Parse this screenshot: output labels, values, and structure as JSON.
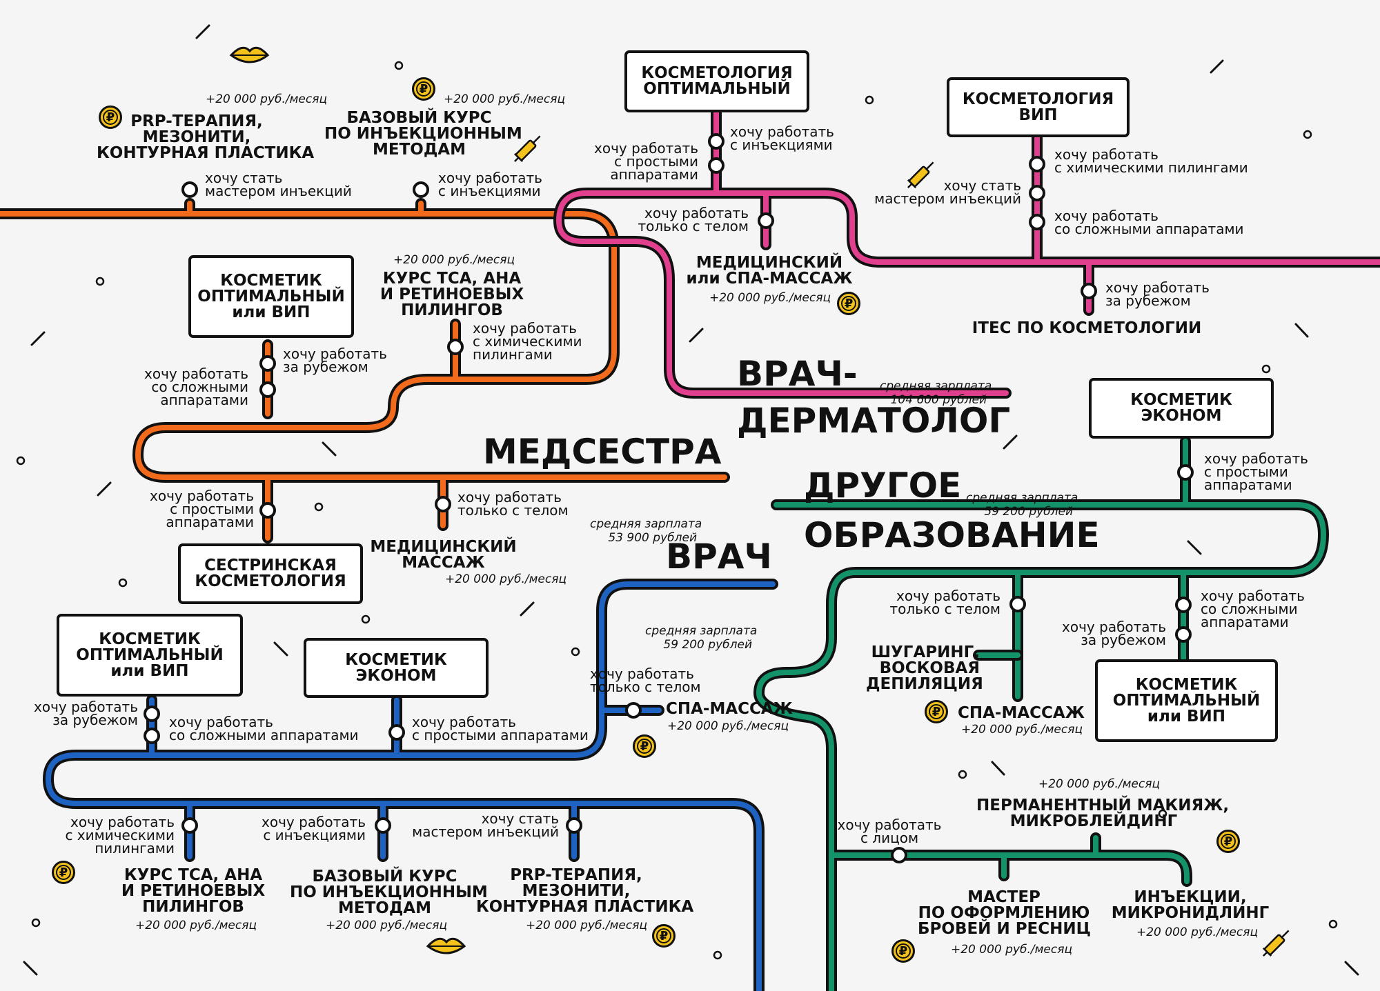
{
  "colors": {
    "orange": "#f26a1b",
    "pink": "#e0408e",
    "blue": "#1e63c2",
    "green": "#14936a",
    "coin": "#f4c21a"
  },
  "coin_symbol": "₽",
  "lines": {
    "nurse": {
      "title": "МЕДСЕСТРА",
      "salary_label": "средняя зарплата",
      "salary_value": "53 900 рублей"
    },
    "derm": {
      "title": "ВРАЧ-\nДЕРМАТОЛОГ",
      "salary_label": "средняя зарплата",
      "salary_value": "104 600 рублей"
    },
    "doctor": {
      "title": "ВРАЧ",
      "salary_label": "средняя зарплата",
      "salary_value": "59 200 рублей"
    },
    "other": {
      "title": "ДРУГОЕ\nОБРАЗОВАНИЕ",
      "salary_label": "средняя зарплата",
      "salary_value": "59 200 рублей"
    }
  },
  "boxes": {
    "cosmo_opt": "КОСМЕТОЛОГИЯ\nОПТИМАЛЬНЫЙ",
    "cosmo_vip": "КОСМЕТОЛОГИЯ\nВИП",
    "cosm_opt_orange": "КОСМЕТИК\nОПТИМАЛЬНЫЙ\nили ВИП",
    "nurse_cosmo": "СЕСТРИНСКАЯ\nКОСМЕТОЛОГИЯ",
    "cosm_opt_blue": "КОСМЕТИК\nОПТИМАЛЬНЫЙ\nили ВИП",
    "cosm_econ_blue": "КОСМЕТИК\nЭКОНОМ",
    "cosm_econ_green": "КОСМЕТИК\nЭКОНОМ",
    "cosm_opt_green": "КОСМЕТИК\nОПТИМАЛЬНЫЙ\nили ВИП"
  },
  "titles": {
    "prp_top": "PRP-ТЕРАПИЯ,\nМЕЗОНИТИ,\nКОНТУРНАЯ ПЛАСТИКА",
    "base_top": "БАЗОВЫЙ КУРС\nПО ИНЪЕКЦИОННЫМ\nМЕТОДАМ",
    "tca_orange": "КУРС ТСА, АНА\nИ РЕТИНОЕВЫХ\nПИЛИНГОВ",
    "med_spa": "МЕДИЦИНСКИЙ\nили СПА-МАССАЖ",
    "itec": "ITEC ПО КОСМЕТОЛОГИИ",
    "med_massage": "МЕДИЦИНСКИЙ\nМАССАЖ",
    "spa_blue": "СПА-МАССАЖ",
    "tca_blue": "КУРС ТСА, АНА\nИ РЕТИНОЕВЫХ\nПИЛИНГОВ",
    "base_blue": "БАЗОВЫЙ КУРС\nПО ИНЪЕКЦИОННЫМ\nМЕТОДАМ",
    "prp_blue": "PRP-ТЕРАПИЯ,\nМЕЗОНИТИ,\nКОНТУРНАЯ ПЛАСТИКА",
    "sugar": "ШУГАРИНГ,\nВОСКОВАЯ\nДЕПИЛЯЦИЯ",
    "spa_green": "СПА-МАССАЖ",
    "perm": "ПЕРМАНЕНТНЫЙ МАКИЯЖ,\nМИКРОБЛЕЙДИНГ",
    "brows": "МАСТЕР\nПО ОФОРМЛЕНИЮ\nБРОВЕЙ И РЕСНИЦ",
    "inj": "ИНЪЕКЦИИ,\nМИКРОНИДЛИНГ"
  },
  "salary_bonus": "+20 000 руб./месяц",
  "stations": {
    "o_master": "хочу стать\nмастером инъекций",
    "o_inj": "хочу работать\nс инъекциями",
    "o_abroad": "хочу работать\nза рубежом",
    "o_complex": "хочу работать\nсо сложными\nаппаратами",
    "o_chem": "хочу работать\nс химическими\nпилингами",
    "o_simple": "хочу работать\nс простыми\nаппаратами",
    "o_body": "хочу работать\nтолько с телом",
    "p_inj": "хочу работать\nс инъекциями",
    "p_simple": "хочу работать\nс простыми\nаппаратами",
    "p_body": "хочу работать\nтолько с телом",
    "p_master": "хочу стать\nмастером инъекций",
    "p_chem": "хочу работать\nс химическими пилингами",
    "p_complex": "хочу работать\nсо сложными аппаратами",
    "p_abroad": "хочу работать\nза рубежом",
    "b_body": "хочу работать\nтолько с телом",
    "b_abroad": "хочу работать\nза рубежом",
    "b_complex": "хочу работать\nсо сложными аппаратами",
    "b_simple": "хочу работать\nс простыми аппаратами",
    "b_chem": "хочу работать\nс химическими\nпилингами",
    "b_inj": "хочу работать\nс инъекциями",
    "b_master": "хочу стать\nмастером инъекций",
    "g_simple": "хочу работать\nс простыми\nаппаратами",
    "g_body": "хочу работать\nтолько с телом",
    "g_complex": "хочу работать\nсо сложными\nаппаратами",
    "g_abroad": "хочу работать\nза рубежом",
    "g_face": "хочу работать\nс лицом"
  }
}
